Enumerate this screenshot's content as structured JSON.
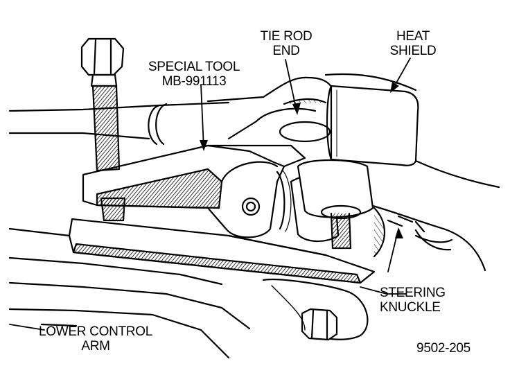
{
  "figure": {
    "labels": {
      "special_tool": [
        "SPECIAL TOOL",
        "MB-991113"
      ],
      "tie_rod_end": [
        "TIE ROD",
        "END"
      ],
      "heat_shield": [
        "HEAT",
        "SHIELD"
      ],
      "steering_knuckle": [
        "STEERING",
        "KNUCKLE"
      ],
      "lower_control_arm": [
        "LOWER CONTROL",
        "ARM"
      ],
      "figure_number": "9502-205"
    },
    "colors": {
      "ink": "#000000",
      "paper": "#ffffff"
    }
  }
}
